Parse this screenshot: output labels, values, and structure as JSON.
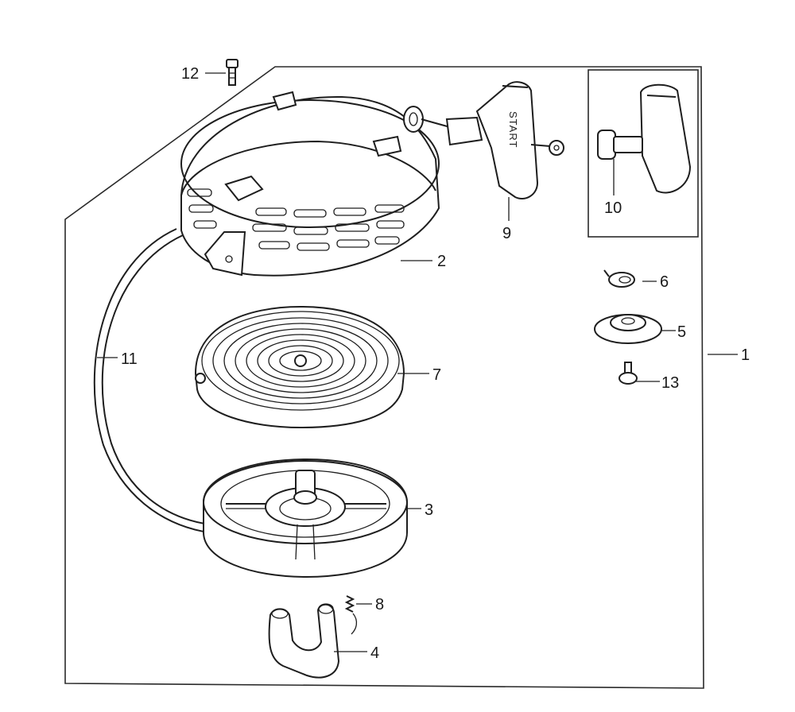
{
  "diagram": {
    "callouts": {
      "c1": "1",
      "c2": "2",
      "c3": "3",
      "c4": "4",
      "c5": "5",
      "c6": "6",
      "c7": "7",
      "c8": "8",
      "c9": "9",
      "c10": "10",
      "c11": "11",
      "c12": "12",
      "c13": "13"
    },
    "handle_stamp": "START"
  }
}
